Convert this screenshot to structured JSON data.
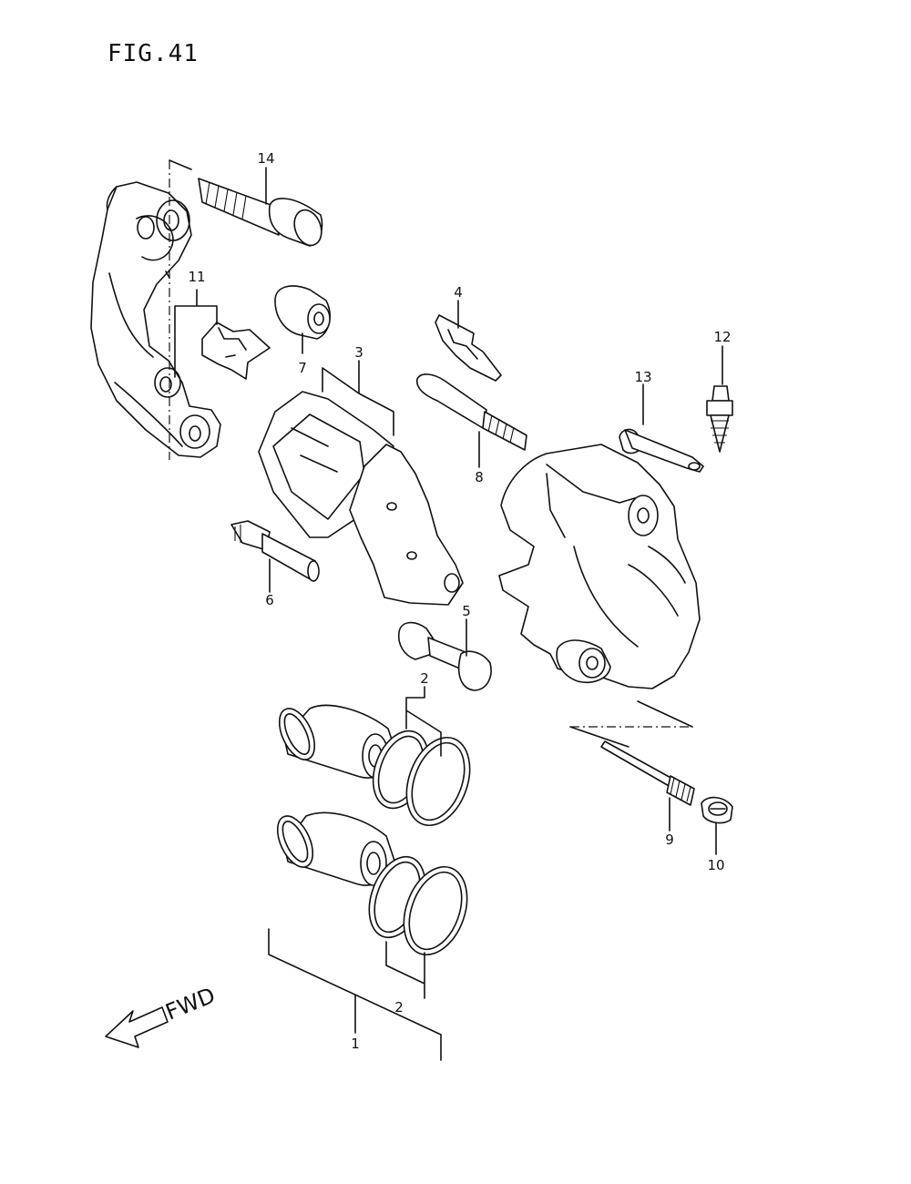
{
  "figure": {
    "title": "FIG.41"
  },
  "callouts": {
    "c1": "1",
    "c2a": "2",
    "c2b": "2",
    "c3": "3",
    "c4": "4",
    "c5": "5",
    "c6": "6",
    "c7": "7",
    "c8": "8",
    "c9": "9",
    "c10": "10",
    "c11": "11",
    "c12": "12",
    "c13": "13",
    "c14": "14"
  },
  "direction": {
    "label": "FWD"
  }
}
